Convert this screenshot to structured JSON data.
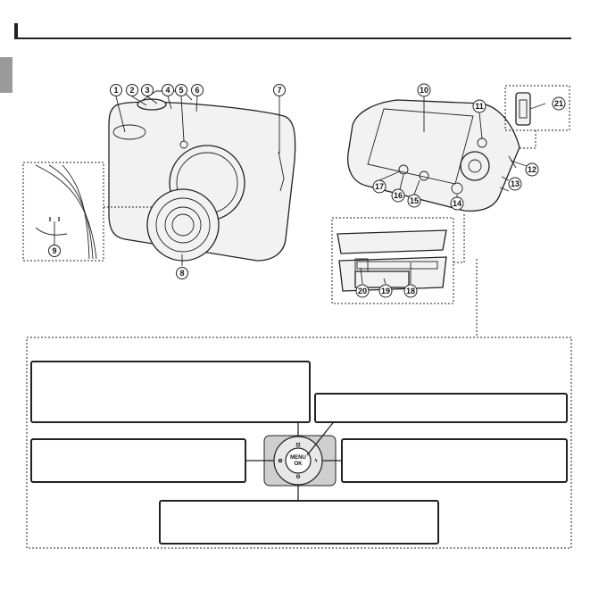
{
  "page": {
    "section_header": ""
  },
  "callouts": {
    "c1": "1",
    "c2": "2",
    "c3": "3",
    "c4": "4",
    "c5": "5",
    "c6": "6",
    "c7": "7",
    "c8": "8",
    "c9": "9",
    "c10": "10",
    "c11": "11",
    "c12": "12",
    "c13": "13",
    "c14": "14",
    "c15": "15",
    "c16": "16",
    "c17": "17",
    "c18": "18",
    "c19": "19",
    "c20": "20",
    "c21": "21"
  },
  "selector": {
    "center_line1": "MENU",
    "center_line2": "OK",
    "up_symbol": "⊡",
    "left_symbol": "✿",
    "right_symbol": "ϟ",
    "down_symbol": "ʘ"
  },
  "labels": {
    "top_box": "",
    "right_top_box": "",
    "left_box": "",
    "right_box": "",
    "bottom_box": ""
  },
  "colors": {
    "ink": "#222222",
    "tab_gray": "#9a9a9a",
    "dpad_bg": "#cfcfcf"
  }
}
